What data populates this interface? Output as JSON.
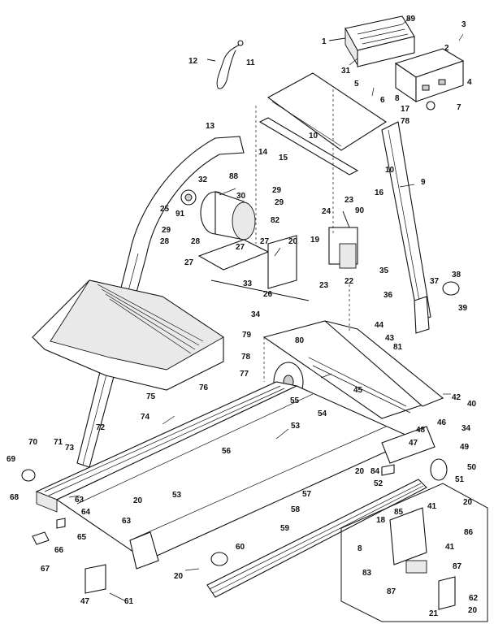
{
  "diagram": {
    "labels": [
      {
        "id": "p89",
        "text": "89"
      },
      {
        "id": "p1",
        "text": "1"
      },
      {
        "id": "p3",
        "text": "3"
      },
      {
        "id": "p2",
        "text": "2"
      },
      {
        "id": "p4",
        "text": "4"
      },
      {
        "id": "p31",
        "text": "31"
      },
      {
        "id": "p7",
        "text": "7"
      },
      {
        "id": "p12",
        "text": "12"
      },
      {
        "id": "p11",
        "text": "11"
      },
      {
        "id": "p5",
        "text": "5"
      },
      {
        "id": "p6",
        "text": "6"
      },
      {
        "id": "p8a",
        "text": "8"
      },
      {
        "id": "p17",
        "text": "17"
      },
      {
        "id": "p78a",
        "text": "78"
      },
      {
        "id": "p13",
        "text": "13"
      },
      {
        "id": "p14",
        "text": "14"
      },
      {
        "id": "p10a",
        "text": "10"
      },
      {
        "id": "p15",
        "text": "15"
      },
      {
        "id": "p10b",
        "text": "10"
      },
      {
        "id": "p9",
        "text": "9"
      },
      {
        "id": "p88",
        "text": "88"
      },
      {
        "id": "p32",
        "text": "32"
      },
      {
        "id": "p30",
        "text": "30"
      },
      {
        "id": "p29a",
        "text": "29"
      },
      {
        "id": "p29b",
        "text": "29"
      },
      {
        "id": "p25",
        "text": "25"
      },
      {
        "id": "p91",
        "text": "91"
      },
      {
        "id": "p82",
        "text": "82"
      },
      {
        "id": "p16",
        "text": "16"
      },
      {
        "id": "p23a",
        "text": "23"
      },
      {
        "id": "p24",
        "text": "24"
      },
      {
        "id": "p90",
        "text": "90"
      },
      {
        "id": "p29c",
        "text": "29"
      },
      {
        "id": "p28a",
        "text": "28"
      },
      {
        "id": "p28b",
        "text": "28"
      },
      {
        "id": "p27a",
        "text": "27"
      },
      {
        "id": "p27b",
        "text": "27"
      },
      {
        "id": "p20a",
        "text": "20"
      },
      {
        "id": "p19",
        "text": "19"
      },
      {
        "id": "p27c",
        "text": "27"
      },
      {
        "id": "p33",
        "text": "33"
      },
      {
        "id": "p26",
        "text": "26"
      },
      {
        "id": "p23b",
        "text": "23"
      },
      {
        "id": "p22",
        "text": "22"
      },
      {
        "id": "p35",
        "text": "35"
      },
      {
        "id": "p38",
        "text": "38"
      },
      {
        "id": "p37",
        "text": "37"
      },
      {
        "id": "p36",
        "text": "36"
      },
      {
        "id": "p39",
        "text": "39"
      },
      {
        "id": "p34a",
        "text": "34"
      },
      {
        "id": "p44",
        "text": "44"
      },
      {
        "id": "p43",
        "text": "43"
      },
      {
        "id": "p79",
        "text": "79"
      },
      {
        "id": "p80",
        "text": "80"
      },
      {
        "id": "p81",
        "text": "81"
      },
      {
        "id": "p78b",
        "text": "78"
      },
      {
        "id": "p77",
        "text": "77"
      },
      {
        "id": "p76",
        "text": "76"
      },
      {
        "id": "p75",
        "text": "75"
      },
      {
        "id": "p55",
        "text": "55"
      },
      {
        "id": "p45",
        "text": "45"
      },
      {
        "id": "p42",
        "text": "42"
      },
      {
        "id": "p40",
        "text": "40"
      },
      {
        "id": "p74",
        "text": "74"
      },
      {
        "id": "p54",
        "text": "54"
      },
      {
        "id": "p53a",
        "text": "53"
      },
      {
        "id": "p46",
        "text": "46"
      },
      {
        "id": "p34b",
        "text": "34"
      },
      {
        "id": "p48",
        "text": "48"
      },
      {
        "id": "p47a",
        "text": "47"
      },
      {
        "id": "p49",
        "text": "49"
      },
      {
        "id": "p72",
        "text": "72"
      },
      {
        "id": "p56",
        "text": "56"
      },
      {
        "id": "p70",
        "text": "70"
      },
      {
        "id": "p71",
        "text": "71"
      },
      {
        "id": "p73",
        "text": "73"
      },
      {
        "id": "p69",
        "text": "69"
      },
      {
        "id": "p20b",
        "text": "20"
      },
      {
        "id": "p84",
        "text": "84"
      },
      {
        "id": "p50",
        "text": "50"
      },
      {
        "id": "p52",
        "text": "52"
      },
      {
        "id": "p51",
        "text": "51"
      },
      {
        "id": "p68",
        "text": "68"
      },
      {
        "id": "p63a",
        "text": "63"
      },
      {
        "id": "p64",
        "text": "64"
      },
      {
        "id": "p57",
        "text": "57"
      },
      {
        "id": "p58",
        "text": "58"
      },
      {
        "id": "p20c",
        "text": "20"
      },
      {
        "id": "p53b",
        "text": "53"
      },
      {
        "id": "p20d",
        "text": "20"
      },
      {
        "id": "p85",
        "text": "85"
      },
      {
        "id": "p41a",
        "text": "41"
      },
      {
        "id": "p63b",
        "text": "63"
      },
      {
        "id": "p65",
        "text": "65"
      },
      {
        "id": "p66",
        "text": "66"
      },
      {
        "id": "p59",
        "text": "59"
      },
      {
        "id": "p18",
        "text": "18"
      },
      {
        "id": "p86",
        "text": "86"
      },
      {
        "id": "p8b",
        "text": "8"
      },
      {
        "id": "p41b",
        "text": "41"
      },
      {
        "id": "p60",
        "text": "60"
      },
      {
        "id": "p20e",
        "text": "20"
      },
      {
        "id": "p83",
        "text": "83"
      },
      {
        "id": "p87a",
        "text": "87"
      },
      {
        "id": "p67",
        "text": "67"
      },
      {
        "id": "p47b",
        "text": "47"
      },
      {
        "id": "p61",
        "text": "61"
      },
      {
        "id": "p87b",
        "text": "87"
      },
      {
        "id": "p62",
        "text": "62"
      },
      {
        "id": "p21",
        "text": "21"
      },
      {
        "id": "p20f",
        "text": "20"
      }
    ]
  }
}
